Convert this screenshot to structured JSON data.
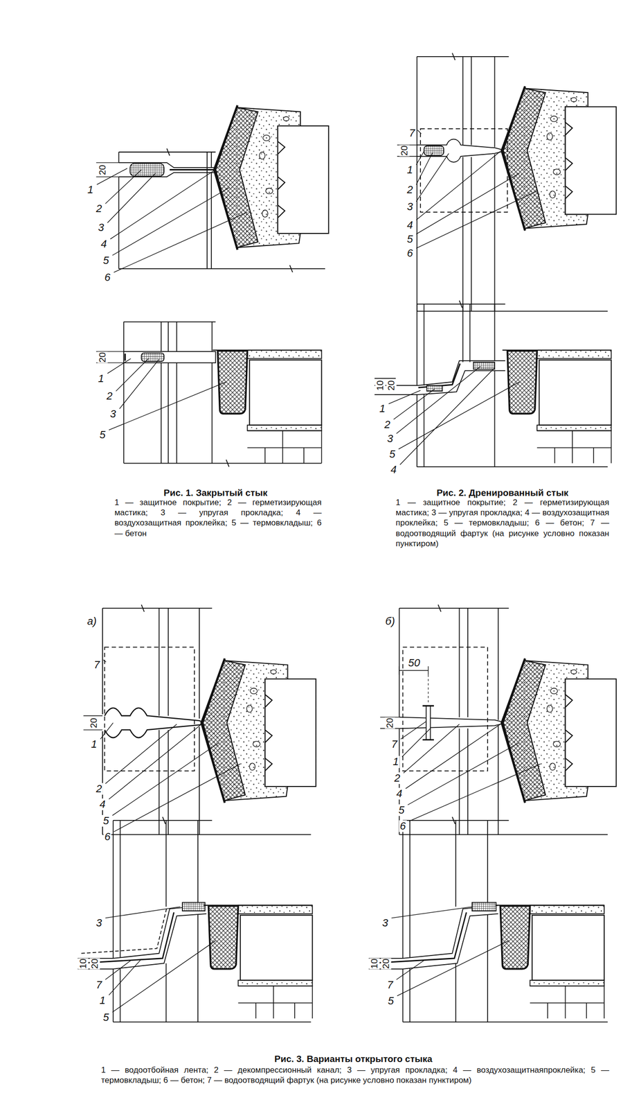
{
  "diagram": {
    "labels": [
      "20",
      "1",
      "2",
      "3",
      "4",
      "5",
      "6",
      "20",
      "1",
      "2",
      "3",
      "5",
      "Рис. 1. Закрытый стык",
      "1 — защитное покрытие; 2 — герметизирующая мастика; 3 — упругая прокладка; 4 — воздухозащитная проклейка; 5 — термовкладыш; 6 — бетон",
      "7",
      "20",
      "1",
      "2",
      "3",
      "4",
      "5",
      "6",
      "10",
      "20",
      "1",
      "2",
      "3",
      "5",
      "4",
      "Рис. 2. Дренированный стык",
      "1 — защитное покрытие; 2 — герметизирующая мастика; 3 — упругая прокладка; 4 — воздухозащитная проклейка; 5 — термовкладыш; 6 — бетон; 7 — водоотводящий фартук (на рисунке условно показан пунктиром)",
      "а)",
      "7",
      "20",
      "1",
      "2",
      "4",
      "5",
      "6",
      "б)",
      "50",
      "20",
      "7",
      "1",
      "2",
      "4",
      "5",
      "6",
      "3",
      "10",
      "20",
      "7",
      "1",
      "5",
      "3",
      "10",
      "20",
      "7",
      "5",
      "Рис. 3. Варианты открытого стыка",
      "1 — водоотбойная лента; 2 — декомпрессионный канал; 3 — упругая прокладка; 4 — воздухозащитнаяпроклейка; 5 — термовкладыш; 6 — бетон; 7 — водоотводящий фартук (на рисунке условно показан пунктиром)"
    ]
  }
}
